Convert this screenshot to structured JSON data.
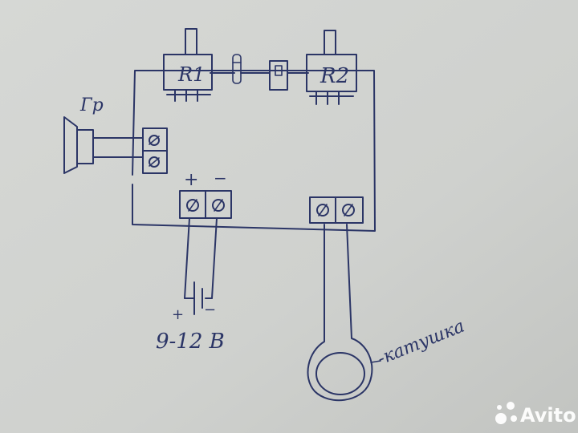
{
  "labels": {
    "speaker": "Гр",
    "r1": "R1",
    "r2": "R2",
    "battery_plus_top": "+",
    "battery_minus_top": "−",
    "battery_plus_bottom": "+",
    "battery_minus_bottom": "−",
    "voltage": "9-12 В",
    "coil": "-катушка"
  },
  "watermark": {
    "text": "Avito"
  },
  "colors": {
    "paper": "#cfd1ce",
    "ink": "#2b3566",
    "watermark": "#ffffff"
  },
  "icons": {
    "watermark": "avito-logo-icon",
    "terminal": "screw-terminal-icon"
  }
}
